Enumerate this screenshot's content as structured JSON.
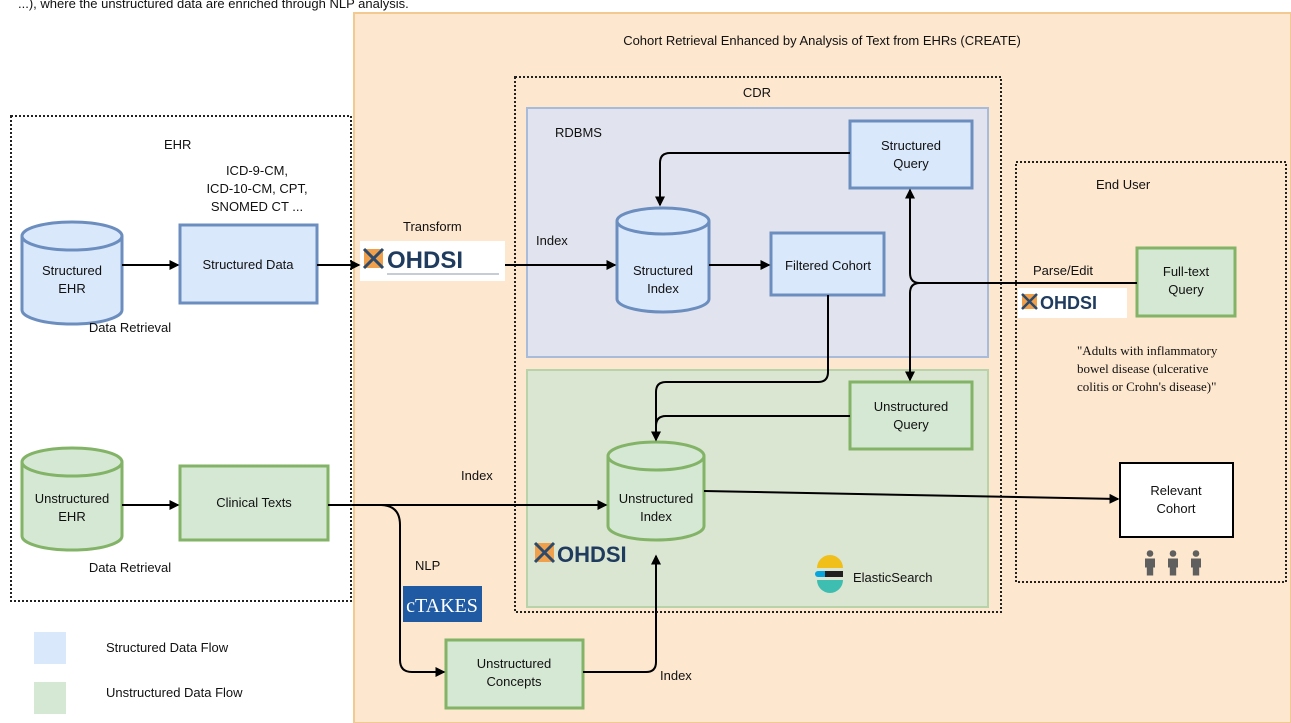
{
  "caption_fragment": "...), where the unstructured data are enriched through NLP analysis.",
  "create_title": "Cohort Retrieval Enhanced by Analysis of Text from EHRs (CREATE)",
  "cdr_title": "CDR",
  "rdbms_title": "RDBMS",
  "ehr": {
    "title": "EHR",
    "codes": [
      "ICD-9-CM,",
      "ICD-10-CM, CPT,",
      "SNOMED CT ..."
    ],
    "structured_ehr": [
      "Structured",
      "EHR"
    ],
    "unstructured_ehr": [
      "Unstructured",
      "EHR"
    ],
    "structured_data": "Structured Data",
    "clinical_texts": "Clinical Texts",
    "data_retrieval_top": "Data Retrieval",
    "data_retrieval_bottom": "Data Retrieval"
  },
  "transform_label": "Transform",
  "index_label_top": "Index",
  "index_label_mid": "Index",
  "index_label_bottom": "Index",
  "nlp_label": "NLP",
  "structured_index": [
    "Structured",
    "Index"
  ],
  "unstructured_index": [
    "Unstructured",
    "Index"
  ],
  "filtered_cohort": "Filtered Cohort",
  "structured_query": [
    "Structured",
    "Query"
  ],
  "unstructured_query": [
    "Unstructured",
    "Query"
  ],
  "unstructured_concepts": [
    "Unstructured",
    "Concepts"
  ],
  "elasticsearch": "ElasticSearch",
  "end_user": {
    "title": "End User",
    "parse_edit": "Parse/Edit",
    "full_text_query": [
      "Full-text",
      "Query"
    ],
    "example_query": [
      "\"Adults with inflammatory",
      "bowel disease (ulcerative",
      "colitis or Crohn's disease)\""
    ],
    "relevant_cohort": [
      "Relevant",
      "Cohort"
    ]
  },
  "logos": {
    "ohdsi": "OHDSI",
    "ctakes": "cTAKES"
  },
  "legend": {
    "structured": "Structured Data Flow",
    "unstructured": "Unstructured Data Flow"
  },
  "colors": {
    "structured_fill": "#dae8fc",
    "structured_stroke": "#6c8ebf",
    "unstructured_fill": "#d5e8d4",
    "unstructured_stroke": "#82b366",
    "create_bg": "#fde7cf",
    "create_border": "#f2c991"
  }
}
